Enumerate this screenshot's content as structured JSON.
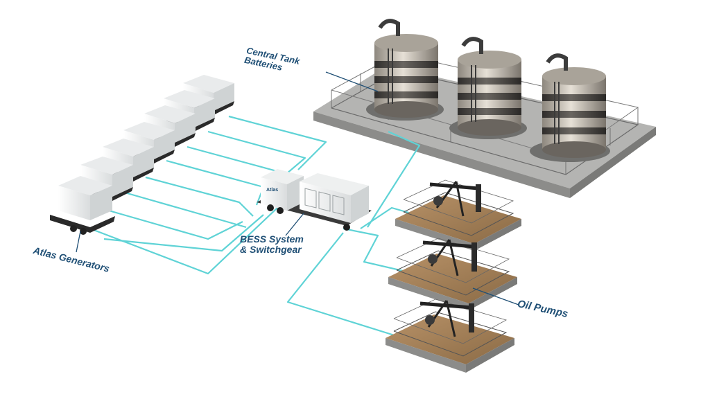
{
  "labels": {
    "tank_batteries_line1": "Central Tank",
    "tank_batteries_line2": "Batteries",
    "generators": "Atlas Generators",
    "bess_line1": "BESS System",
    "bess_line2": "& Switchgear",
    "oil_pumps": "Oil Pumps"
  },
  "branding": {
    "trailer_logo": "Atlas"
  },
  "colors": {
    "label_text": "#1f4f75",
    "cable": "#5fd3d6",
    "pad_concrete": "#9c9c9c",
    "pad_dirt": "#9e7a4e",
    "tank_cream": "#cfc8bd",
    "tank_dark": "#4a4845",
    "generator_white": "#f3f4f4",
    "pumpjack": "#2b2b2b"
  },
  "scene": {
    "generator_count": 7,
    "tank_count": 3,
    "pump_count": 3
  }
}
